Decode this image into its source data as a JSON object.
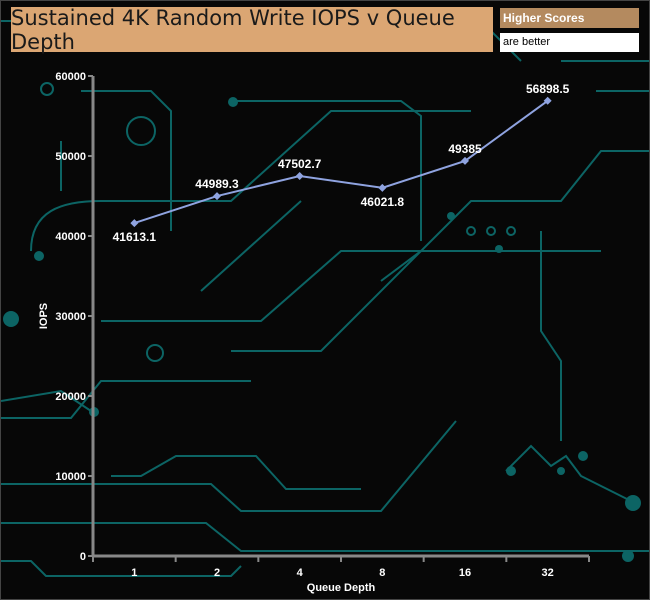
{
  "chart_data": {
    "type": "line",
    "title": "Sustained 4K Random Write IOPS v Queue Depth",
    "badge": {
      "line1": "Higher Scores",
      "line2": "are better"
    },
    "xlabel": "Queue Depth",
    "ylabel": "IOPS",
    "categories": [
      "1",
      "2",
      "4",
      "8",
      "16",
      "32"
    ],
    "series": [
      {
        "name": "IOPS",
        "values": [
          41613.1,
          44989.3,
          47502.7,
          46021.8,
          49385,
          56898.5
        ],
        "labels": [
          "41613.1",
          "44989.3",
          "47502.7",
          "46021.8",
          "49385",
          "56898.5"
        ],
        "color": "#8fa3e0"
      }
    ],
    "ylim": [
      0,
      60000
    ],
    "yticks": [
      "0",
      "10000",
      "20000",
      "30000",
      "40000",
      "50000",
      "60000"
    ],
    "grid": false,
    "colors": {
      "title_bg": "#dba673",
      "badge_bg": "#b48a5f",
      "axis": "#888888",
      "circuit": "#0e6b6b"
    }
  }
}
